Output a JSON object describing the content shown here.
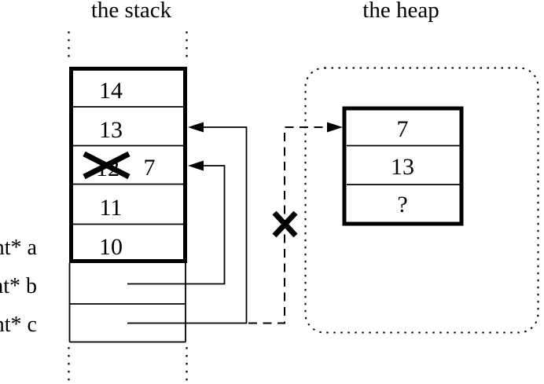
{
  "stack": {
    "title": "the stack",
    "cells": [
      {
        "value": "14"
      },
      {
        "value": "13"
      },
      {
        "old_value": "12",
        "new_value": "7",
        "crossed_out": true
      },
      {
        "value": "11"
      },
      {
        "value": "10"
      }
    ]
  },
  "variables": [
    {
      "label": "int* a"
    },
    {
      "label": "int* b"
    },
    {
      "label": "int* c"
    }
  ],
  "heap": {
    "title": "the heap",
    "cells": [
      {
        "value": "7"
      },
      {
        "value": "13"
      },
      {
        "value": "?"
      }
    ]
  },
  "icons": {
    "cross_out": "x-strikethrough",
    "invalid_pointer": "x-strikethrough"
  },
  "colors": {
    "line": "#000000",
    "background": "#ffffff"
  }
}
